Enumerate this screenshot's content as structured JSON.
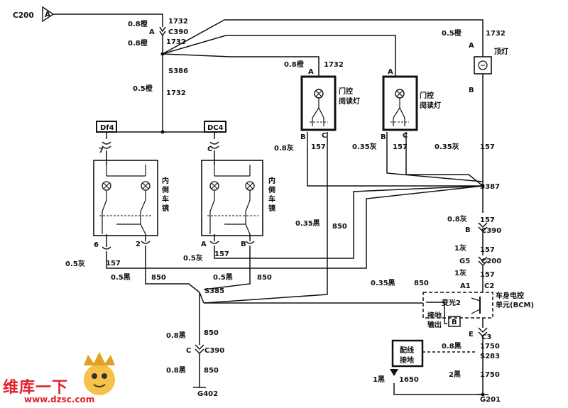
{
  "labels": {
    "c200_top": "C200",
    "w_08_orange_1": "0.8橙",
    "c390_pin_a": "A",
    "n1732_a": "1732",
    "c390_a": "C390",
    "w_08_orange_2": "0.8橙",
    "n1732_b": "1732",
    "s386": "S386",
    "w_05_orange_mid": "0.5橙",
    "n1732_c": "1732",
    "w_08_orange_door": "0.8橙",
    "n1732_door": "1732",
    "door_a": "A",
    "w_05_orange_right": "0.5橙",
    "n1732_right": "1732",
    "dome_a": "A",
    "dome_b": "B",
    "dome_light": "顶灯",
    "door_light_1_l1": "门控",
    "door_light_1_l2": "阅读灯",
    "door_light_2_l1": "门控",
    "door_light_2_l2": "阅读灯",
    "door1_b": "B",
    "door1_c": "C",
    "door2_b": "B",
    "door2_c": "C",
    "df4": "Df4",
    "dc4": "DC4",
    "pin7": "7",
    "pinC": "C",
    "mirror1_l1": "内",
    "mirror1_l2": "倒",
    "mirror1_l3": "车",
    "mirror1_l4": "镜",
    "mirror2_l1": "内",
    "mirror2_l2": "倒",
    "mirror2_l3": "车",
    "mirror2_l4": "镜",
    "w_08_gray_1": "0.8灰",
    "n157_1": "157",
    "w_035_gray_1": "0.35灰",
    "n157_2": "157",
    "w_035_gray_2": "0.35灰",
    "n157_3": "157",
    "s387": "S387",
    "w_08_gray_2": "0.8灰",
    "n157_4": "157",
    "c390_b_pin": "B",
    "c390_b": "C390",
    "w_1_gray_1": "1灰",
    "n157_5": "157",
    "g5": "G5",
    "c200_mid": "C200",
    "w_1_gray_2": "1灰",
    "n157_6": "157",
    "a1": "A1",
    "c2": "C2",
    "bcm_l1": "车身电控",
    "bcm_l2": "单元(BCM)",
    "dimmer": "变光2",
    "ground_out_l1": "接地",
    "ground_out_l2": "输出",
    "b_box": "B",
    "pin_e": "E",
    "c3": "C3",
    "n1750_1": "1750",
    "w_08_black_r": "0.8黑",
    "s283": "S283",
    "harness_l1": "配线",
    "harness_l2": "接地",
    "w_2_black": "2黑",
    "n1750_2": "1750",
    "w_1_black": "1黑",
    "n1650": "1650",
    "g201": "G201",
    "w_035_black_1": "0.35黑",
    "n850_1": "850",
    "pin6": "6",
    "pin2": "2",
    "pinA": "A",
    "pinB": "B",
    "w_05_gray": "0.5灰",
    "n157_7": "157",
    "w_05_gray_b": "0.5灰",
    "n157_8": "157",
    "w_05_black_1": "0.5黑",
    "n850_2": "850",
    "w_05_black_2": "0.5黑",
    "n850_3": "850",
    "s385": "S385",
    "w_035_black_2": "0.35黑",
    "n850_4": "850",
    "w_08_black_1": "0.8黑",
    "n850_5": "850",
    "c390_c_pin": "C",
    "c390_c": "C390",
    "w_08_black_2": "0.8黑",
    "n850_6": "850",
    "g402": "G402",
    "connector_tag_a": "A"
  },
  "watermark": {
    "brand": "维库一下",
    "url": "www.dzsc.com"
  }
}
